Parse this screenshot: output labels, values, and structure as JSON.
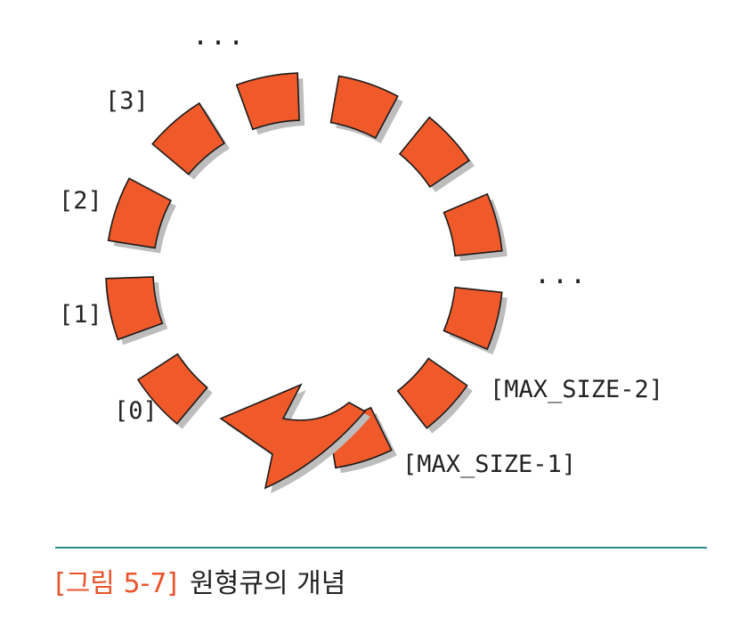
{
  "diagram": {
    "labels": {
      "dots_top": "...",
      "dots_right": "...",
      "idx3": "[3]",
      "idx2": "[2]",
      "idx1": "[1]",
      "idx0": "[0]",
      "max2": "[MAX_SIZE-2]",
      "max1": "[MAX_SIZE-1]"
    },
    "colors": {
      "cell_fill": "#f05a2b",
      "cell_stroke": "#1a1a1a",
      "shadow": "#bdbdbd"
    }
  },
  "caption": {
    "number": "[그림 5-7]",
    "title": "원형큐의 개념",
    "number_color": "#e8542b",
    "rule_color": "#2a8c8c"
  }
}
